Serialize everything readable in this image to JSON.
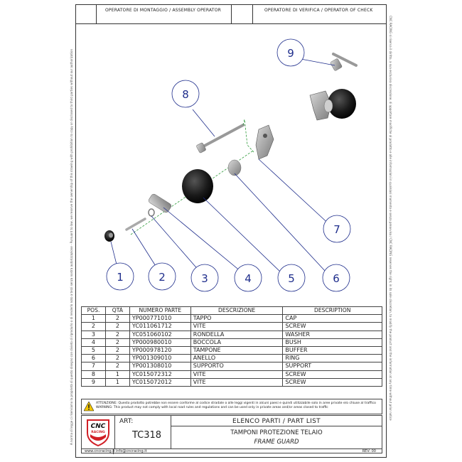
{
  "header": {
    "assembly_operator": "OPERATORE DI MONTAGGIO / ASSEMBLY OPERATOR",
    "check_operator": "OPERATORE DI VERIFICA / OPERATOR OF CHECK"
  },
  "side_notes": {
    "left": "A norma di legge ci riserviamo la proprietà di questo disegno con divieto di riprodurlo o di renderlo noto a terzi senza nostra autorizzazione - Pursuant to law, we reserve the ownership of this drawing with prohibition to copy or disclosed to third parties without our authorization",
    "right": "CNC RACING si riserva il diritto, a sua esclusiva discrezione, di apportare modifiche al prodotto e alle informazioni in qualsiasi momento e senza preavviso / CNC RACING reserves the right, in its sole discretion, to modify the product and the information at any time without prior notice"
  },
  "balloons": [
    "1",
    "2",
    "3",
    "4",
    "5",
    "6",
    "7",
    "8",
    "9"
  ],
  "table": {
    "headers": [
      "POS.",
      "QTÀ",
      "NUMERO PARTE",
      "DESCRIZIONE",
      "DESCRIPTION"
    ],
    "rows": [
      [
        "1",
        "2",
        "YP000771010",
        "TAPPO",
        "CAP"
      ],
      [
        "2",
        "2",
        "YC011061712",
        "VITE",
        "SCREW"
      ],
      [
        "3",
        "2",
        "YC051060102",
        "RONDELLA",
        "WASHER"
      ],
      [
        "4",
        "2",
        "YP000980010",
        "BOCCOLA",
        "BUSH"
      ],
      [
        "5",
        "2",
        "YP000978120",
        "TAMPONE",
        "BUFFER"
      ],
      [
        "6",
        "2",
        "YP001309010",
        "ANELLO",
        "RING"
      ],
      [
        "7",
        "2",
        "YP001308010",
        "SUPPORTO",
        "SUPPORT"
      ],
      [
        "8",
        "1",
        "YC015072312",
        "VITE",
        "SCREW"
      ],
      [
        "9",
        "1",
        "YC015072012",
        "VITE",
        "SCREW"
      ]
    ]
  },
  "warning": {
    "it": "ATTENZIONE: Questo prodotto potrebbe non essere conforme al codice stradale o alle leggi vigenti in alcuni paesi e quindi utilizzabile solo in aree private e/o chiuse al traffico",
    "en": "WARNING: This product may not comply with local road rules and regulations and can be used only in private areas and/or areas closed to traffic"
  },
  "titleblock": {
    "art_label": "ART:",
    "art_value": "TC318",
    "parts_list": "ELENCO PARTI / PART LIST",
    "title_it": "TAMPONI PROTEZIONE TELAIO",
    "title_en": "FRAME GUARD",
    "url": "www.cncracing.it",
    "email": "info@cncracing.it",
    "rev": "REV: 00",
    "logo_text": "CNC",
    "logo_sub": "RACING"
  },
  "colors": {
    "balloon": "#1f2e8c",
    "green_dash": "#2e9b3a",
    "black_part": "#111111",
    "grey_part": "#8a8a8a",
    "logo_red": "#d11f26"
  }
}
